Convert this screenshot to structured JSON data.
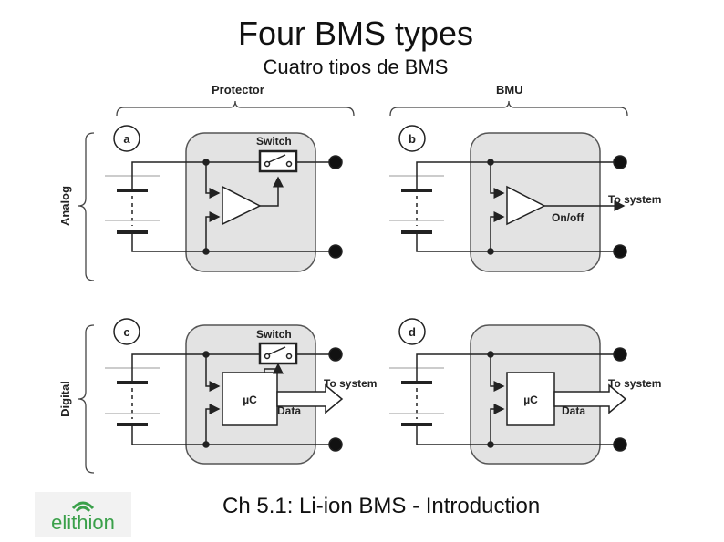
{
  "slide": {
    "title": "Four BMS types",
    "subtitle": "Cuatro tipos de BMS",
    "footer": "Ch 5.1: Li-ion BMS - Introduction",
    "logo_text": "elithion"
  },
  "diagram": {
    "columns": {
      "left": "Protector",
      "right": "BMU"
    },
    "rows": {
      "top": "Analog",
      "bottom": "Digital"
    },
    "panels": {
      "a": {
        "letter": "a",
        "switch": "Switch"
      },
      "b": {
        "letter": "b",
        "output": "To system",
        "onoff": "On/off"
      },
      "c": {
        "letter": "c",
        "switch": "Switch",
        "chip": "µC",
        "output": "To system",
        "data": "Data"
      },
      "d": {
        "letter": "d",
        "chip": "µC",
        "output": "To system",
        "data": "Data"
      }
    }
  },
  "colors": {
    "panel_fill": "#e3e3e3",
    "panel_stroke": "#555555",
    "line": "#222222",
    "logo_green": "#3aa04a"
  }
}
